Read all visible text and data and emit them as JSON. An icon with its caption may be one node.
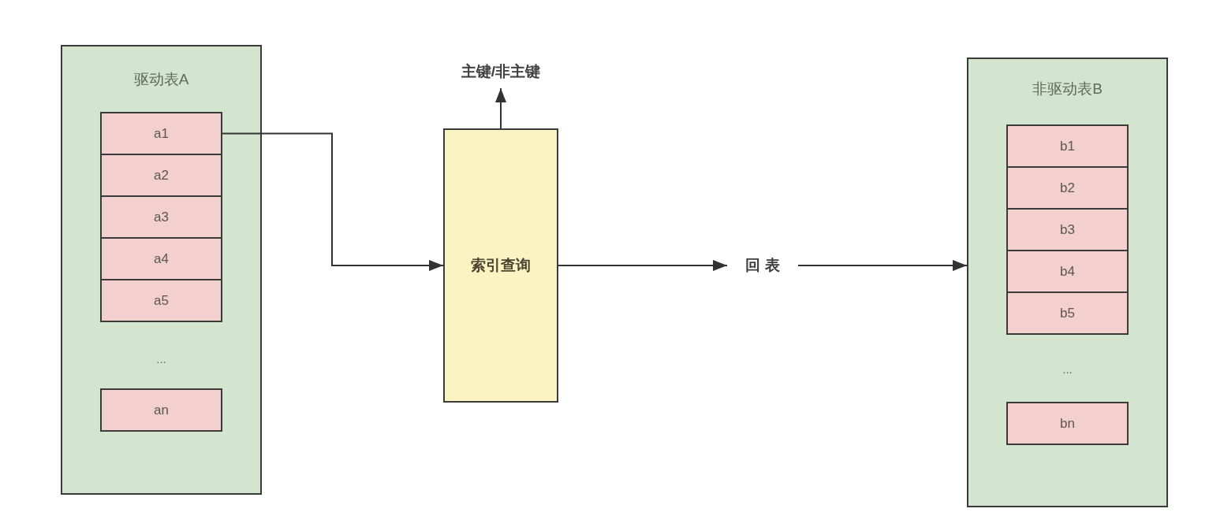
{
  "diagram": {
    "nodes": [
      {
        "text": [
          "驱动表A",
          "..."
        ]
      },
      {
        "text": [
          "a1"
        ],
        "in": 0
      },
      {
        "text": [
          "a2"
        ],
        "in": 0
      },
      {
        "text": [
          "a3"
        ],
        "in": 0
      },
      {
        "text": [
          "a4"
        ],
        "in": 0
      },
      {
        "text": [
          "a5"
        ],
        "in": 0
      },
      {
        "text": [
          "an"
        ],
        "in": 0
      },
      {
        "text": [
          "索引查询"
        ]
      },
      {
        "text": [
          "主键/非主键"
        ]
      },
      {
        "text": [
          "回 表"
        ]
      },
      {
        "text": [
          "非驱动表B",
          "..."
        ]
      },
      {
        "text": [
          "b1"
        ],
        "in": 10
      },
      {
        "text": [
          "b2"
        ],
        "in": 10
      },
      {
        "text": [
          "b3"
        ],
        "in": 10
      },
      {
        "text": [
          "b4"
        ],
        "in": 10
      },
      {
        "text": [
          "b5"
        ],
        "in": 10
      },
      {
        "text": [
          "bn"
        ],
        "in": 10
      }
    ],
    "edges": [
      {
        "from": 1,
        "to": 7,
        "arrow": "to"
      },
      {
        "from": 7,
        "to": 8,
        "arrow": "to"
      },
      {
        "from": 7,
        "to": 9,
        "arrow": "to"
      },
      {
        "from": 9,
        "to": 10,
        "arrow": "to"
      }
    ]
  }
}
